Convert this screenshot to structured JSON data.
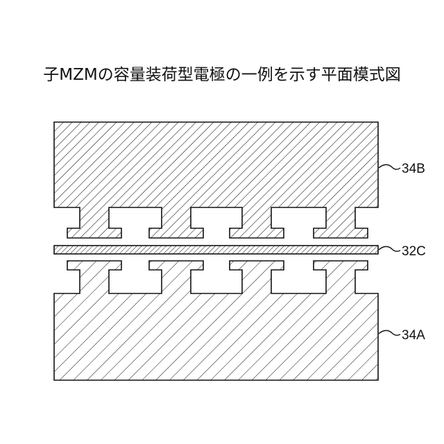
{
  "title": "子MZMの容量装荷型電極の一例を示す平面模式図",
  "labels": {
    "top_electrode": "34B",
    "center_strip": "32C",
    "bottom_electrode": "34A"
  },
  "colors": {
    "stroke": "#111111",
    "hatch": "#111111",
    "background": "#ffffff"
  }
}
